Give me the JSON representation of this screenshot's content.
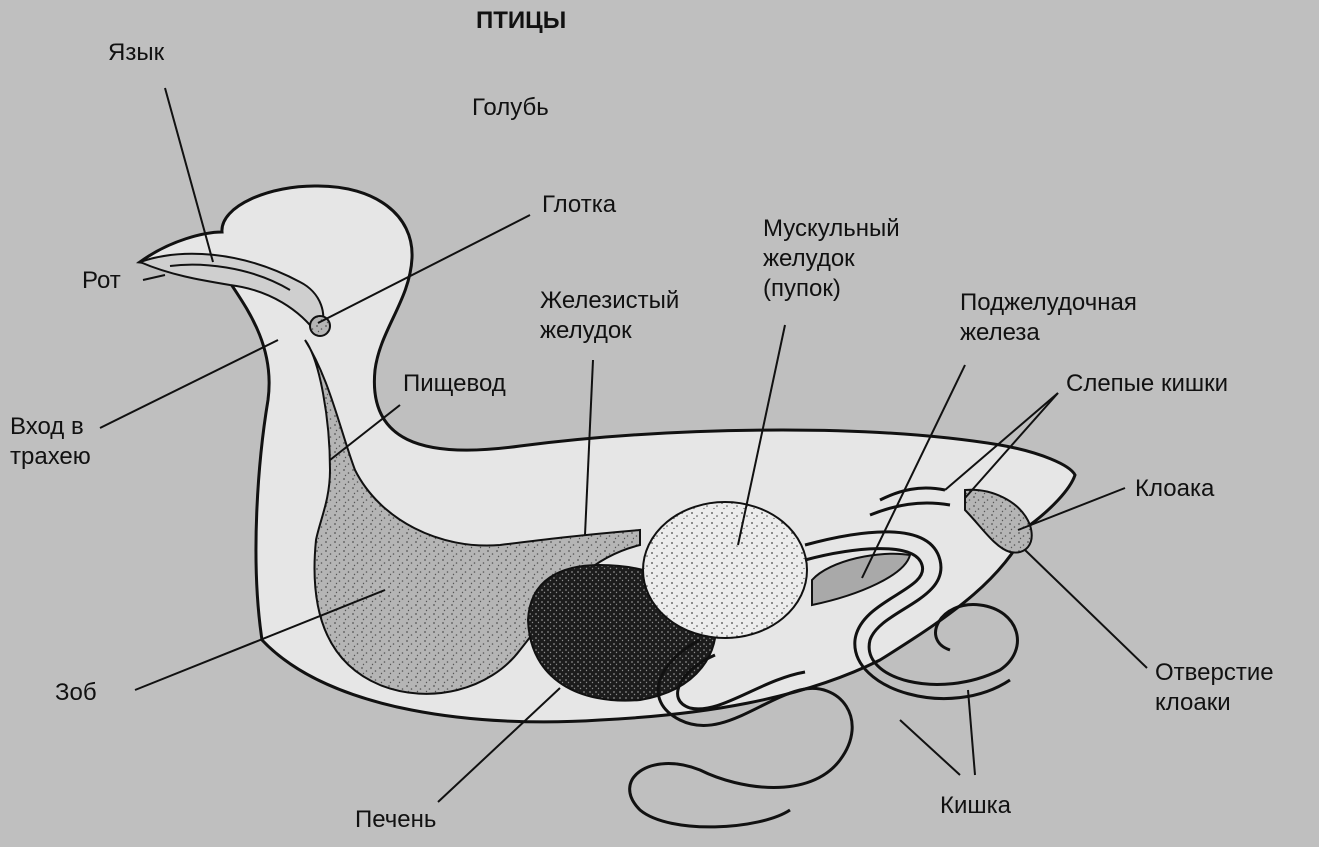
{
  "title": "ПТИЦЫ",
  "subtitle": "Голубь",
  "labels": {
    "tongue": "Язык",
    "mouth": "Рот",
    "pharynx": "Глотка",
    "trachea_entry": "Вход в\nтрахею",
    "esophagus": "Пищевод",
    "glandular_stomach": "Железистый\nжелудок",
    "muscular_stomach": "Мускульный\nжелудок\n(пупок)",
    "pancreas": "Поджелудочная\nжелеза",
    "caeca": "Слепые кишки",
    "cloaca": "Клоака",
    "cloaca_opening": "Отверстие\nклоаки",
    "crop": "Зоб",
    "liver": "Печень",
    "intestine": "Кишка"
  },
  "colors": {
    "background": "#bfbfbf",
    "body": "#e6e6e6",
    "organ": "#a9a9a9",
    "liver": "#1f1f1f",
    "outline": "#111111"
  }
}
